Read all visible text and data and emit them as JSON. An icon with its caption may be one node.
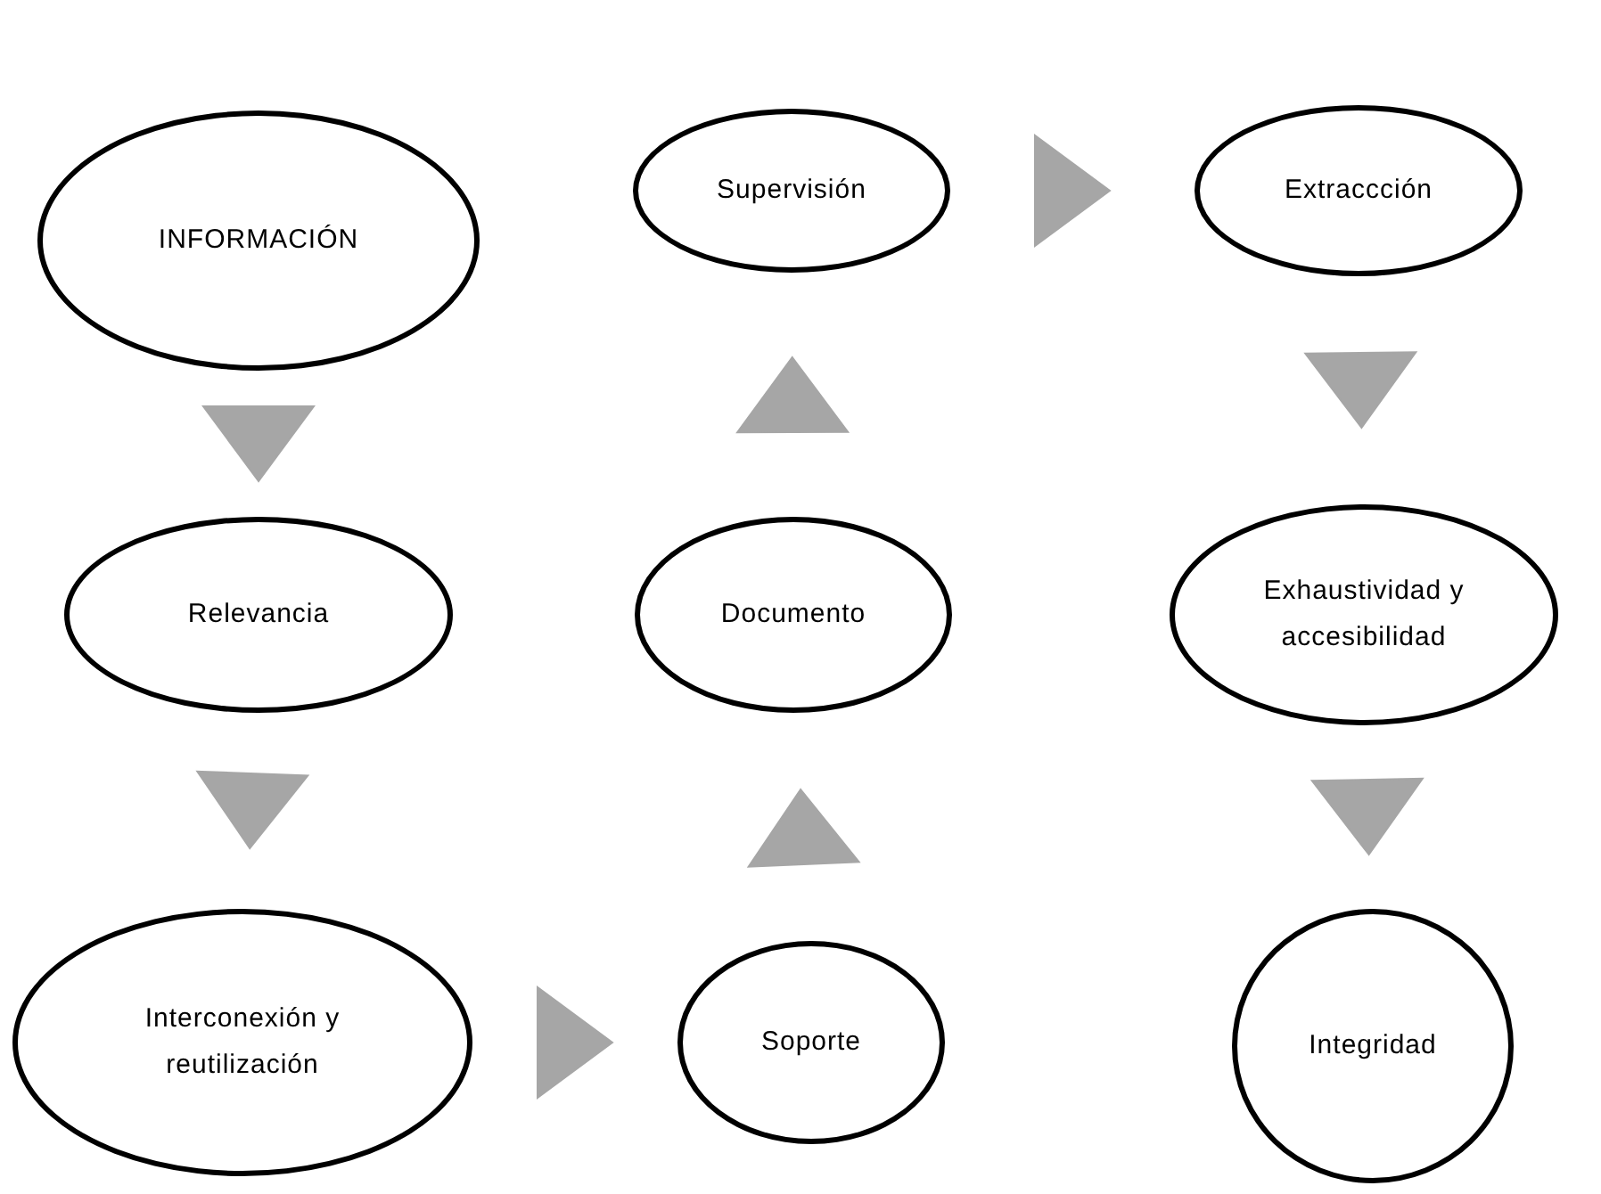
{
  "diagram": {
    "nodes": [
      {
        "text": [
          "INFORMACIÓN"
        ]
      },
      {
        "text": [
          "Relevancia"
        ]
      },
      {
        "text": [
          "Interconexión y reutilización"
        ]
      },
      {
        "text": [
          "Soporte"
        ]
      },
      {
        "text": [
          "Documento"
        ]
      },
      {
        "text": [
          "Supervisión"
        ]
      },
      {
        "text": [
          "Extraccción"
        ]
      },
      {
        "text": [
          "Exhaustividad y accesibilidad"
        ]
      },
      {
        "text": [
          "Integridad"
        ]
      }
    ],
    "edges": [
      {
        "from": 0,
        "to": 1,
        "arrow": "to"
      },
      {
        "from": 1,
        "to": 2,
        "arrow": "to"
      },
      {
        "from": 2,
        "to": 3,
        "arrow": "to"
      },
      {
        "from": 3,
        "to": 4,
        "arrow": "to"
      },
      {
        "from": 4,
        "to": 5,
        "arrow": "to"
      },
      {
        "from": 5,
        "to": 6,
        "arrow": "to"
      },
      {
        "from": 6,
        "to": 7,
        "arrow": "to"
      },
      {
        "from": 7,
        "to": 8,
        "arrow": "to"
      }
    ]
  }
}
